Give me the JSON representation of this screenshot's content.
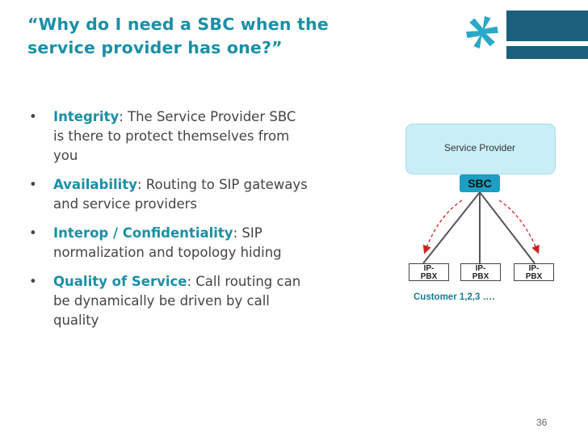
{
  "slide": {
    "title_lines": [
      "“Why do I need a SBC when the",
      "service provider has one?”"
    ],
    "page_number": "36"
  },
  "bullets": [
    {
      "term": "Integrity",
      "rest": [
        ": The Service Provider SBC",
        "is there to protect themselves from",
        "you"
      ]
    },
    {
      "term": "Availability",
      "rest": [
        ": Routing to SIP gateways",
        "and service providers"
      ]
    },
    {
      "term": "Interop / Confidentiality",
      "rest": [
        ": SIP",
        "normalization and topology hiding"
      ]
    },
    {
      "term": "Quality of Service",
      "rest": [
        ": Call routing can",
        "be dynamically be driven by call",
        "quality"
      ]
    }
  ],
  "diagram": {
    "provider_label": "Service Provider",
    "sbc_label": "SBC",
    "pbx": [
      {
        "line1": "IP-",
        "line2": "PBX"
      },
      {
        "line1": "IP-",
        "line2": "PBX"
      },
      {
        "line1": "IP-",
        "line2": "PBX"
      }
    ],
    "customer_label": "Customer 1,2,3 …."
  },
  "colors": {
    "title": "#1a8fa6",
    "provider_box": "#c9eef8",
    "sbc_box": "#1c9fc2",
    "dashed_arrow": "#cc2222",
    "logo_bar": "#1c5f7a",
    "logo_star": "#2aa8c9"
  },
  "icons": {
    "logo": "asterisk-logo-icon"
  }
}
